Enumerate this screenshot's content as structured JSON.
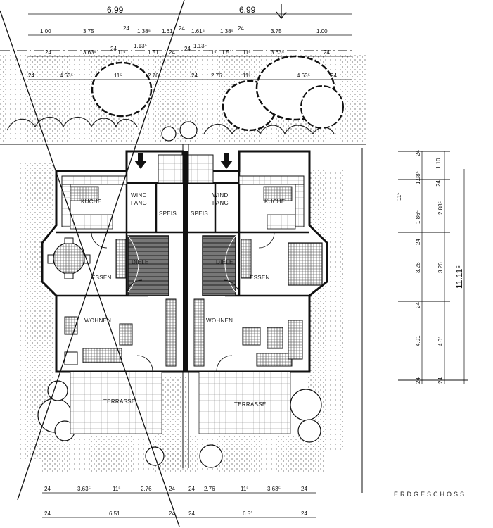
{
  "top_dims": {
    "total_left": "6.99",
    "total_right": "6.99",
    "row1": [
      "1.00",
      "3.75",
      "24",
      "1.38⁵",
      "1.61",
      "24",
      "1.61⁵",
      "1.38⁵",
      "24",
      "3.75",
      "1.00"
    ],
    "row2": [
      "24",
      "3.63⁵",
      "24",
      "11⁵",
      "1.13⁵",
      "1.51",
      "24",
      "24",
      "1.13⁵",
      "11⁵",
      "1.51",
      "11⁵",
      "3.63⁵",
      "24"
    ],
    "row3": [
      "24",
      "4.63⁵",
      "11⁵",
      "2.76",
      "24",
      "2.76",
      "11⁵",
      "4.63⁵",
      "24"
    ]
  },
  "right_dims": {
    "col1": [
      "24",
      "1.10",
      "1.98⁵",
      "24",
      "11⁵",
      "1.86⁵",
      "24",
      "3.26",
      "24",
      "4.01",
      "24"
    ],
    "col2": [
      "2.88⁵",
      "3.26",
      "4.01",
      "24"
    ],
    "total": "11.11⁵"
  },
  "bottom_dims": {
    "row1": [
      "24",
      "3.63⁵",
      "11⁵",
      "2.76",
      "24",
      "24",
      "2.76",
      "11⁵",
      "3.63⁵",
      "24"
    ],
    "row2": [
      "24",
      "6.51",
      "24",
      "24",
      "6.51",
      "24"
    ]
  },
  "rooms": {
    "kuche": "KÜCHE",
    "windfang_1": "WIND",
    "windfang_2": "FANG",
    "speis": "SPEIS",
    "diele": "DIELE",
    "essen": "ESSEN",
    "wohnen": "WOHNEN",
    "terrasse": "TERRASSE"
  },
  "caption": "ERDGESCHOSS"
}
